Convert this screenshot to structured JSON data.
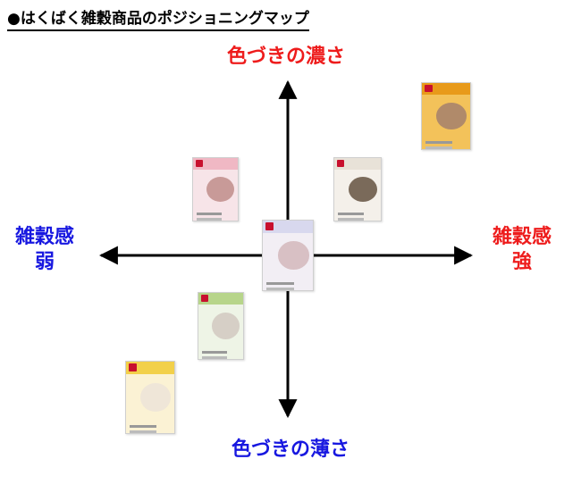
{
  "title": "●はくばく雑穀商品のポジショニングマップ",
  "axes": {
    "top": "色づきの濃さ",
    "bottom": "色づきの薄さ",
    "left_line1": "雑穀感",
    "left_line2": "弱",
    "right_line1": "雑穀感",
    "right_line2": "強"
  },
  "colors": {
    "red_label": "#ee1c1c",
    "blue_label": "#1818e0",
    "axis": "#000000"
  },
  "products": [
    {
      "name": "package-top-right",
      "band": "#e89a1a",
      "body": "#f3c25a",
      "bowl": "#b08a6a"
    },
    {
      "name": "package-upper-left",
      "band": "#f0b8c4",
      "body": "#f7e4e8",
      "bowl": "#c89a98"
    },
    {
      "name": "package-upper-right",
      "band": "#e8e2d8",
      "body": "#f4f0ea",
      "bowl": "#7a6a5a"
    },
    {
      "name": "package-center",
      "band": "#d8d8ee",
      "body": "#f2eef4",
      "bowl": "#d8c0c4"
    },
    {
      "name": "package-lower-left",
      "band": "#b7d58a",
      "body": "#eef4e6",
      "bowl": "#d6cfc6"
    },
    {
      "name": "package-bottom-left",
      "band": "#f2d04a",
      "body": "#fbf2d4",
      "bowl": "#efe6d8"
    }
  ]
}
